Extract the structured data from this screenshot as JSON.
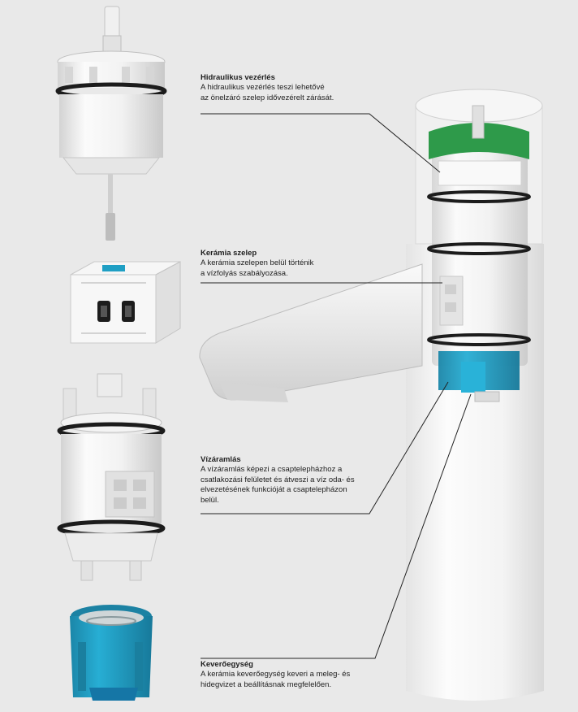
{
  "callouts": [
    {
      "id": "hidraulikus-vezerles",
      "title": "Hidraulikus vezérlés",
      "lines": [
        "A hidraulikus vezérlés teszi lehetővé",
        "az önelzáró szelep idővezérelt zárását."
      ]
    },
    {
      "id": "keramia-szelep",
      "title": "Kerámia szelep",
      "lines": [
        "A kerámia szelepen belül történik",
        "a vízfolyás szabályozása."
      ]
    },
    {
      "id": "vizaramlas",
      "title": "Vízáramlás",
      "lines": [
        "A vízáramlás képezi a csaptelepházhoz a",
        "csatlakozási felületet és átveszi a víz oda- és",
        "elvezetésének funkcióját a csaptelepházon",
        "belül."
      ]
    },
    {
      "id": "keveroegyseg",
      "title": "Keverőegység",
      "lines": [
        "A kerámia keverőegység keveri a meleg- és",
        "hidegvizet a beállításnak megfelelően."
      ]
    }
  ],
  "colors": {
    "background": "#e9e9e9",
    "accent_green": "#2e9a4a",
    "accent_blue": "#1f9fc4",
    "body_white": "#f7f7f7",
    "seal_black": "#1c1c1c",
    "leader_line": "#222222"
  },
  "components": [
    {
      "name": "hydraulic-cartridge",
      "icon": "hydraulic-control-part"
    },
    {
      "name": "ceramic-valve-block",
      "icon": "ceramic-valve-part"
    },
    {
      "name": "flow-cage",
      "icon": "water-flow-part"
    },
    {
      "name": "blue-mixer-nut",
      "icon": "mixer-unit-part"
    },
    {
      "name": "faucet-assembly",
      "icon": "faucet-cutaway"
    }
  ]
}
